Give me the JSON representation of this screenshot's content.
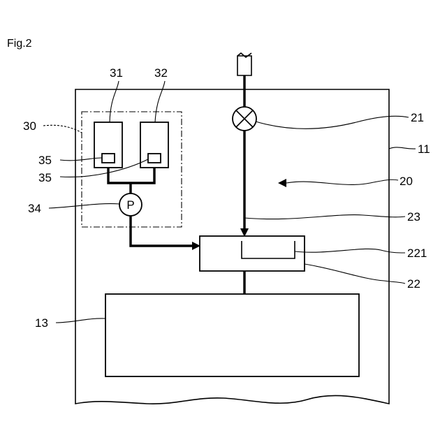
{
  "figure_title": "Fig.2",
  "labels": {
    "housing": "11",
    "tray": "13",
    "water_supply_unit": "20",
    "valve": "21",
    "case": "22",
    "case_inner": "221",
    "pipe": "23",
    "additive_unit": "30",
    "container_1": "31",
    "container_2": "32",
    "pump": "34",
    "sensor_1": "35",
    "sensor_2": "35"
  },
  "pump_symbol": "P"
}
